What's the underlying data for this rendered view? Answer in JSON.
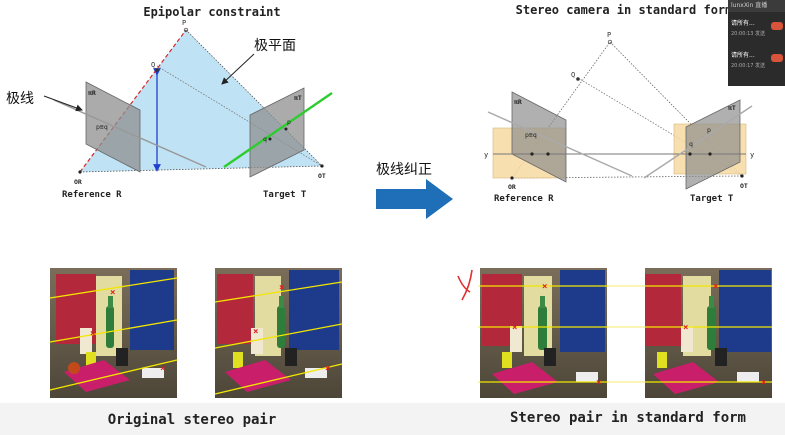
{
  "left_diagram": {
    "title": "Epipolar constraint",
    "plane_label": "极平面",
    "epipolar_line_label": "极线",
    "point_P": "P",
    "point_Q": "Q",
    "plane_r": "πR",
    "plane_t": "πT",
    "point_pq": "p≡q",
    "point_p": "p",
    "point_q": "q",
    "origin_r": "OR",
    "origin_t": "OT",
    "ref_label": "Reference R",
    "target_label": "Target T"
  },
  "arrow": {
    "label": "极线纠正",
    "color": "#1f6fb8"
  },
  "right_diagram": {
    "title": "Stereo camera in standard form",
    "point_P": "P",
    "point_Q": "Q",
    "plane_r": "πR",
    "plane_t": "πT",
    "point_pq": "p≡q",
    "point_p": "p",
    "point_q": "q",
    "axis_y": "y",
    "origin_r": "OR",
    "origin_t": "OT",
    "ref_label": "Reference R",
    "target_label": "Target T"
  },
  "captions": {
    "original": "Original stereo pair",
    "rectified": "Stereo pair in standard form"
  },
  "overlay": {
    "header": "lunxXin 直播",
    "items": [
      {
        "name": "请所有...",
        "time": "20:00:13 发送"
      },
      {
        "name": "请所有...",
        "time": "20:00:17 发送"
      }
    ]
  },
  "colors": {
    "epipolar_plane": "#bfe2f4",
    "epipolar_line": "#2ecc2e",
    "image_plane": "#8f8f8f",
    "rectified_plane": "#f7d9a2",
    "rectified_line": "#f2e600",
    "baseline_red": "#d62828",
    "blue_arrow": "#1f3fd0"
  }
}
